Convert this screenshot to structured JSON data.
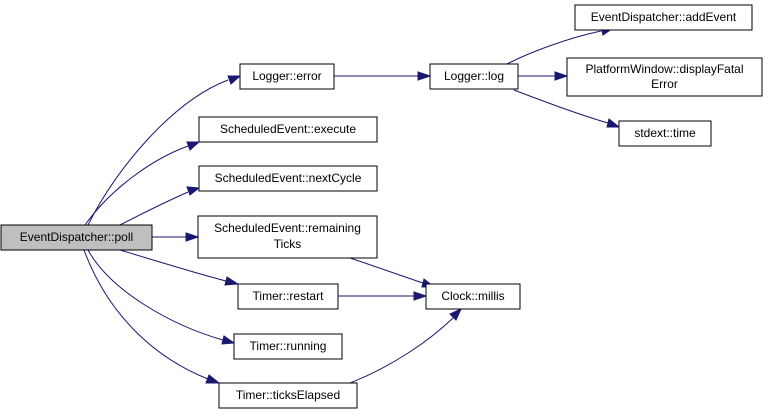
{
  "nodes": {
    "poll": {
      "label": "EventDispatcher::poll"
    },
    "logger_error": {
      "label": "Logger::error"
    },
    "logger_log": {
      "label": "Logger::log"
    },
    "add_event": {
      "label": "EventDispatcher::addEvent"
    },
    "display_fatal": {
      "line1": "PlatformWindow::displayFatal",
      "line2": "Error"
    },
    "stdext_time": {
      "label": "stdext::time"
    },
    "execute": {
      "label": "ScheduledEvent::execute"
    },
    "next_cycle": {
      "label": "ScheduledEvent::nextCycle"
    },
    "remaining_ticks": {
      "line1": "ScheduledEvent::remaining",
      "line2": "Ticks"
    },
    "timer_restart": {
      "label": "Timer::restart"
    },
    "clock_millis": {
      "label": "Clock::millis"
    },
    "timer_running": {
      "label": "Timer::running"
    },
    "ticks_elapsed": {
      "label": "Timer::ticksElapsed"
    }
  },
  "colors": {
    "edge": "#191970",
    "root_fill": "#bfbfbf",
    "node_fill": "#ffffff"
  }
}
